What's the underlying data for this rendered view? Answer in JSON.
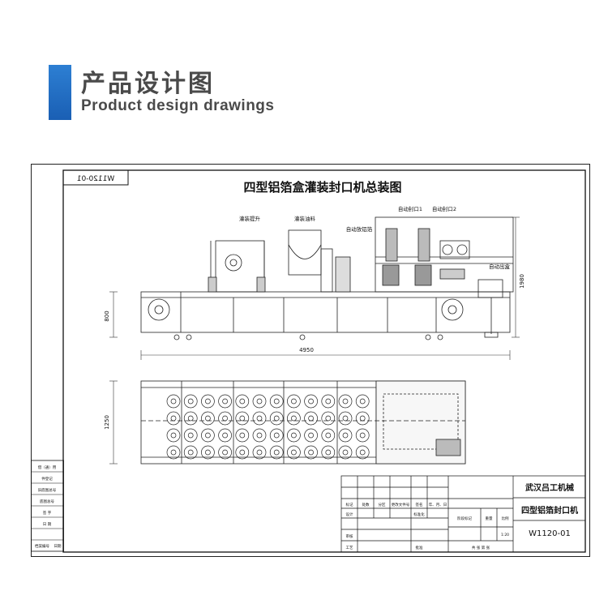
{
  "header": {
    "title_cn": "产品设计图",
    "title_en": "Product design drawings",
    "accent_color": "#1a5fb4"
  },
  "drawing": {
    "title": "四型铝箔盒灌装封口机总装图",
    "code_mirrored": "W1120-01",
    "labels": {
      "box_lifting": "灌装提升",
      "filling": "灌装油料",
      "auto_foil": "自动放铝箔",
      "seal_1": "自动封口1",
      "seal_2": "自动封口2",
      "auto_out": "自动出盒"
    },
    "dimensions": {
      "length": "4950",
      "height_left": "800",
      "height_right": "1980",
      "width": "1250"
    },
    "left_table": [
      "借（通）用",
      "件登记",
      "旧底图总号",
      "底图总号",
      "签 字",
      "日 期",
      "档案编号",
      "日期"
    ],
    "title_block": {
      "company": "武汉吕工机械",
      "product": "四型铝箔封口机",
      "code": "W1120-01",
      "row_marks": "标记",
      "row_count": "处数",
      "row_zone": "分区",
      "row_change": "更改文件号",
      "row_sign": "签名",
      "row_date": "年、月、日",
      "design": "设计",
      "standard": "标准化",
      "review": "审核",
      "process": "工艺",
      "approve": "批准",
      "stage_mark": "阶段标记",
      "weight": "重量",
      "scale": "比例",
      "scale_value": "1:20",
      "sheets": "共 张 第 张"
    }
  }
}
